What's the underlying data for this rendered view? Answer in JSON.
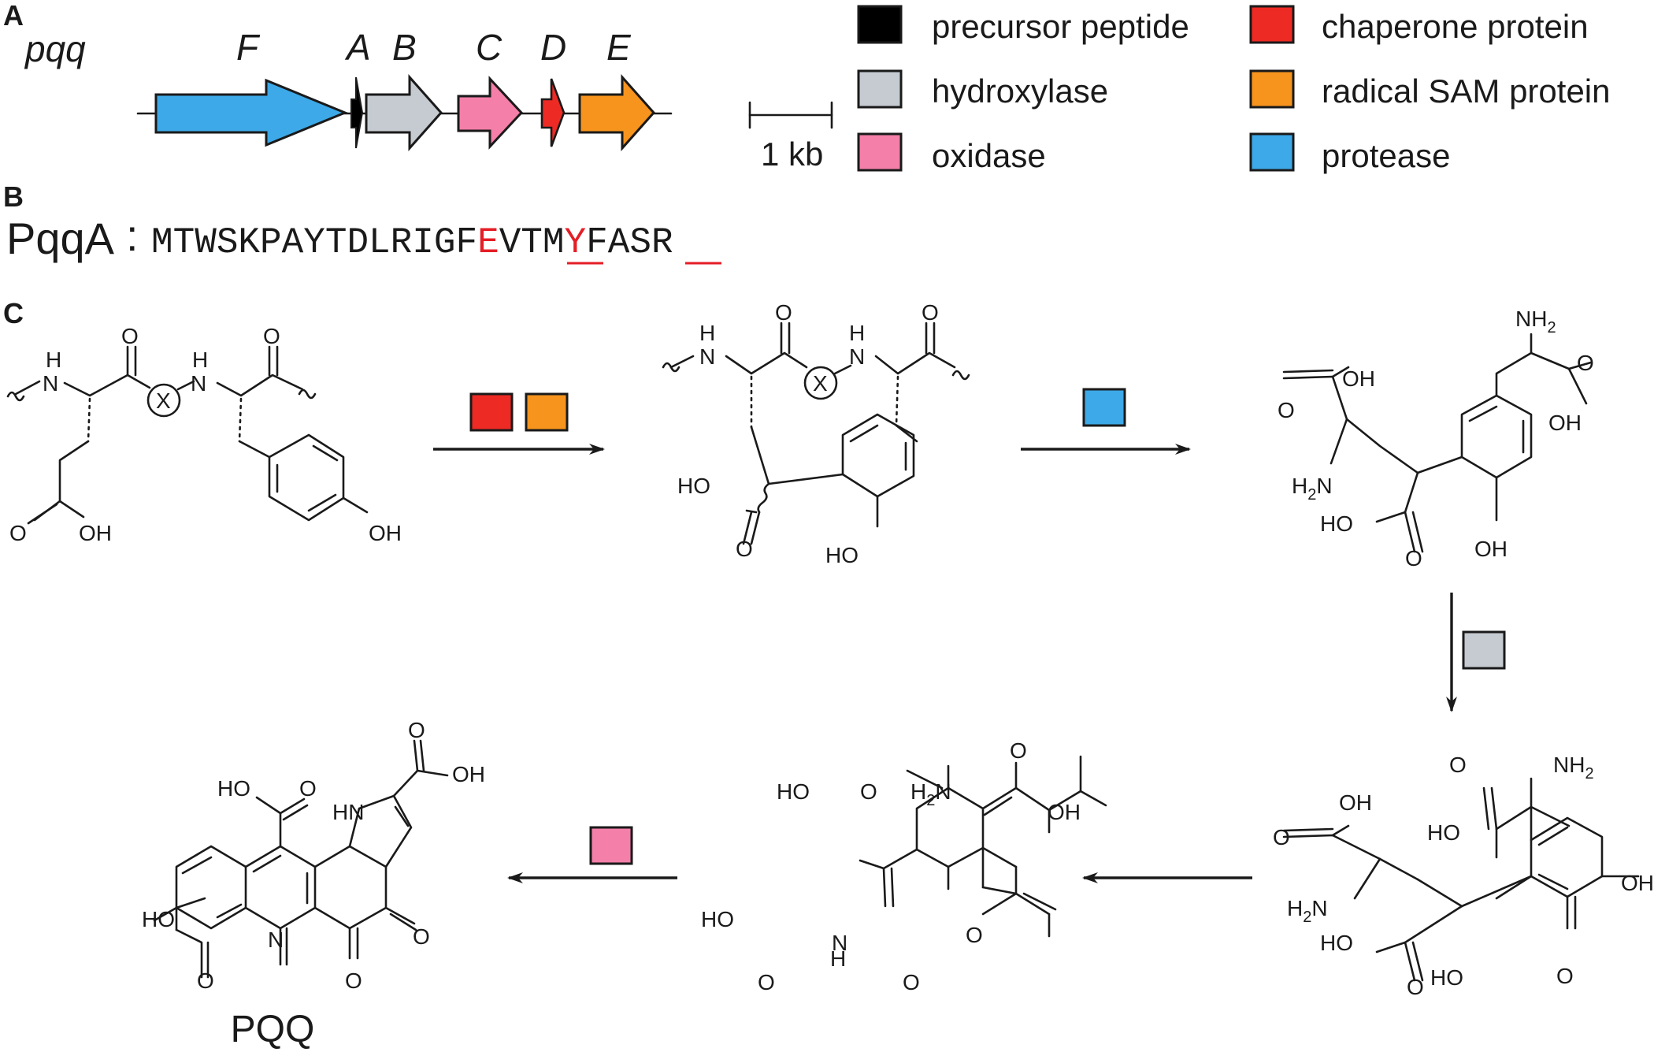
{
  "panels": {
    "a": "A",
    "b": "B",
    "c": "C"
  },
  "operon": {
    "name": "pqq",
    "genes": [
      {
        "id": "F",
        "label": "F",
        "role": "protease",
        "color": "#3DA9E8"
      },
      {
        "id": "A",
        "label": "A",
        "role": "precursor peptide",
        "color": "#000000"
      },
      {
        "id": "B",
        "label": "B",
        "role": "hydroxylase",
        "color": "#C5CBD0"
      },
      {
        "id": "C",
        "label": "C",
        "role": "oxidase",
        "color": "#F47FA8"
      },
      {
        "id": "D",
        "label": "D",
        "role": "chaperone protein",
        "color": "#EE2A24"
      },
      {
        "id": "E",
        "label": "E",
        "role": "radical SAM protein",
        "color": "#F7941D"
      }
    ],
    "scale_label": "1 kb"
  },
  "legend": [
    {
      "label": "precursor peptide",
      "color": "#000000"
    },
    {
      "label": "hydroxylase",
      "color": "#C5CBD0"
    },
    {
      "label": "oxidase",
      "color": "#F47FA8"
    },
    {
      "label": "chaperone protein",
      "color": "#EE2A24"
    },
    {
      "label": "radical SAM protein",
      "color": "#F7941D"
    },
    {
      "label": "protease",
      "color": "#3DA9E8"
    }
  ],
  "sequence": {
    "label": "PqqA",
    "separator": ":",
    "part1": "MTWSKPAYTDLRIGF",
    "hl1": "E",
    "part2": "VTM",
    "hl2": "Y",
    "part3": "FASR",
    "highlight_color": "#E41E26"
  },
  "scheme": {
    "step_enzymes": [
      [
        "chaperone protein",
        "radical SAM protein"
      ],
      [
        "protease"
      ],
      [
        "hydroxylase"
      ],
      [],
      [
        "oxidase"
      ]
    ],
    "product_name": "PQQ"
  },
  "atoms": {
    "n": "N",
    "nh": "NH",
    "hn": "HN",
    "h": "H",
    "o": "O",
    "oh": "OH",
    "ho": "HO",
    "x": "X",
    "nh2_main": "NH",
    "sub2": "2",
    "h2n_h": "H",
    "h2n_n": "N"
  }
}
